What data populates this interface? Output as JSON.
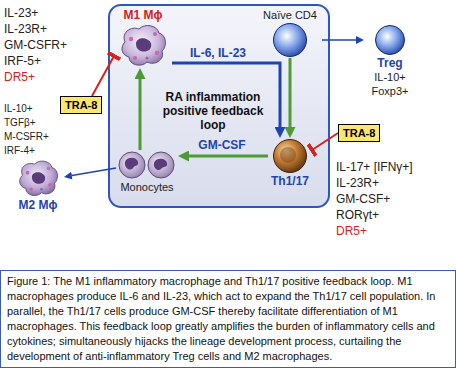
{
  "diagram": {
    "caption": "Figure 1: The M1 inflammatory macrophage and Th1/17 positive feedback loop. M1 macrophages produce IL-6 and IL-23, which act to expand the Th1/17 cell population. In parallel, the Th1/17 cells produce GM-CSF thereby facilitate differentiation of M1 macrophages. This feedback loop greatly amplifies the burden of inflammatory cells and cytokines; simultaneously hijacks the lineage development process, curtailing the development of anti-inflammatory Treg cells and M2 macrophages.",
    "nodes": [
      {
        "text": [
          "RA inflammation positive feedback loop"
        ]
      },
      {
        "text": [
          "M1 Mϕ"
        ],
        "in": 0
      },
      {
        "text": [
          "Naïve CD4"
        ],
        "in": 0
      },
      {
        "text": [
          "Th1/17"
        ],
        "in": 0
      },
      {
        "text": [
          "Monocytes"
        ],
        "in": 0
      },
      {
        "text": [
          "Treg",
          "IL-10+",
          "Foxp3+"
        ]
      },
      {
        "text": [
          "TRA-8"
        ]
      },
      {
        "text": [
          "TRA-8"
        ]
      },
      {
        "text": [
          "M2 Mϕ"
        ]
      }
    ],
    "edges": [
      {
        "from": 1,
        "to": 3,
        "label": "IL-6, IL-23",
        "arrow": "to"
      },
      {
        "from": 2,
        "to": 3,
        "arrow": "to"
      },
      {
        "from": 2,
        "to": 5,
        "arrow": "to"
      },
      {
        "from": 3,
        "to": 4,
        "label": "GM-CSF",
        "arrow": "to"
      },
      {
        "from": 4,
        "to": 1,
        "arrow": "to"
      },
      {
        "from": 4,
        "to": 8,
        "arrow": "to"
      },
      {
        "from": 6,
        "to": 1,
        "arrow": "to"
      },
      {
        "from": 7,
        "to": 3,
        "arrow": "to"
      }
    ],
    "labels": [
      "IL-23+",
      "IL-23R+",
      "GM-CSFR+",
      "IRF-5+",
      "DR5+",
      "IL-10+",
      "TGFβ+",
      "M-CSFR+",
      "IRF-4+",
      "IL-17+ [IFNγ+]",
      "IL-23R+",
      "GM-CSF+",
      "RORγt+",
      "DR5+"
    ]
  }
}
